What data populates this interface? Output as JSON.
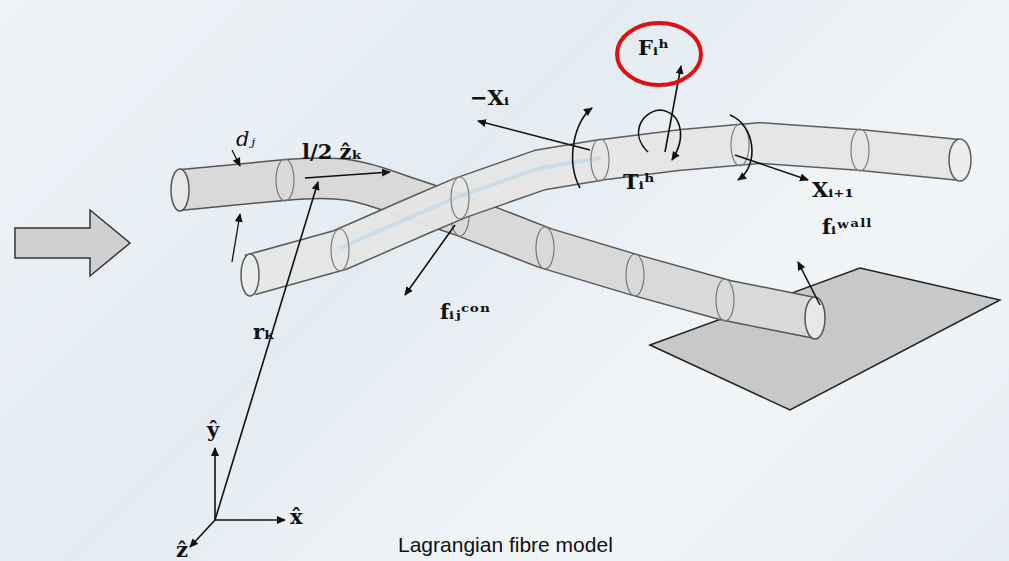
{
  "diagram": {
    "caption": "Lagrangian fibre model",
    "labels": [
      "dⱼ",
      "l/2 ẑₖ",
      "−Xᵢ",
      "Fᵢʰ",
      "Tᵢʰ",
      "Xᵢ₊₁",
      "fᵢʷᵃˡˡ",
      "fᵢⱼᶜᵒⁿ",
      "rₖ",
      "ŷ",
      "x̂",
      "ẑ"
    ]
  }
}
